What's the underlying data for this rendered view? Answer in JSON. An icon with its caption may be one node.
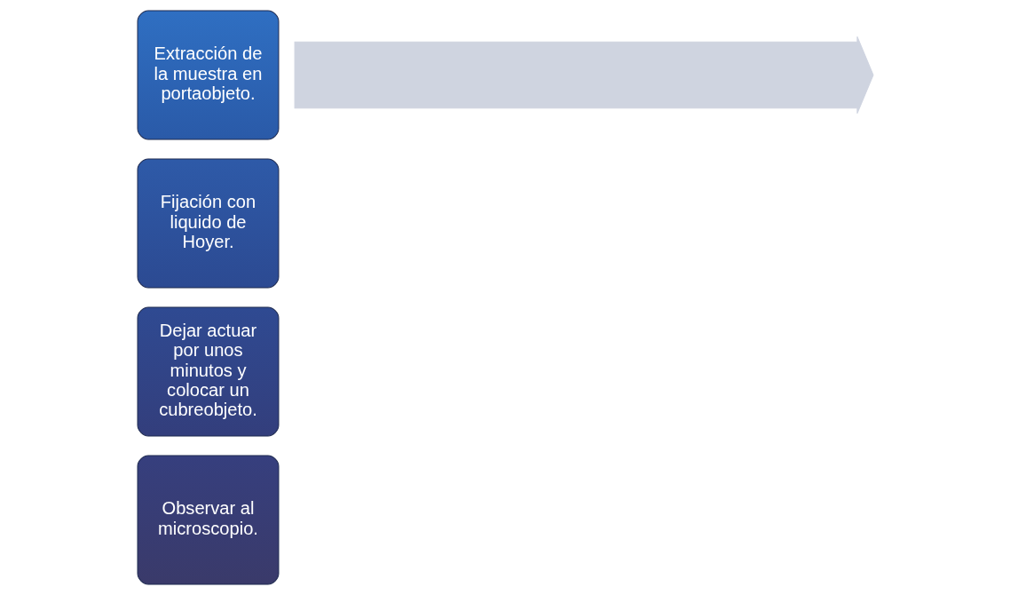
{
  "diagram": {
    "nodes": [
      {
        "text": [
          "Extracción de la muestra en portaobjeto."
        ]
      },
      {
        "text": [
          "Fijación con liquido de Hoyer."
        ]
      },
      {
        "text": [
          "Dejar actuar por unos minutos y colocar un cubreobjeto."
        ]
      },
      {
        "text": [
          "Observar al microscopio."
        ]
      },
      {
        "text": [],
        "shape": "arrow"
      }
    ]
  }
}
